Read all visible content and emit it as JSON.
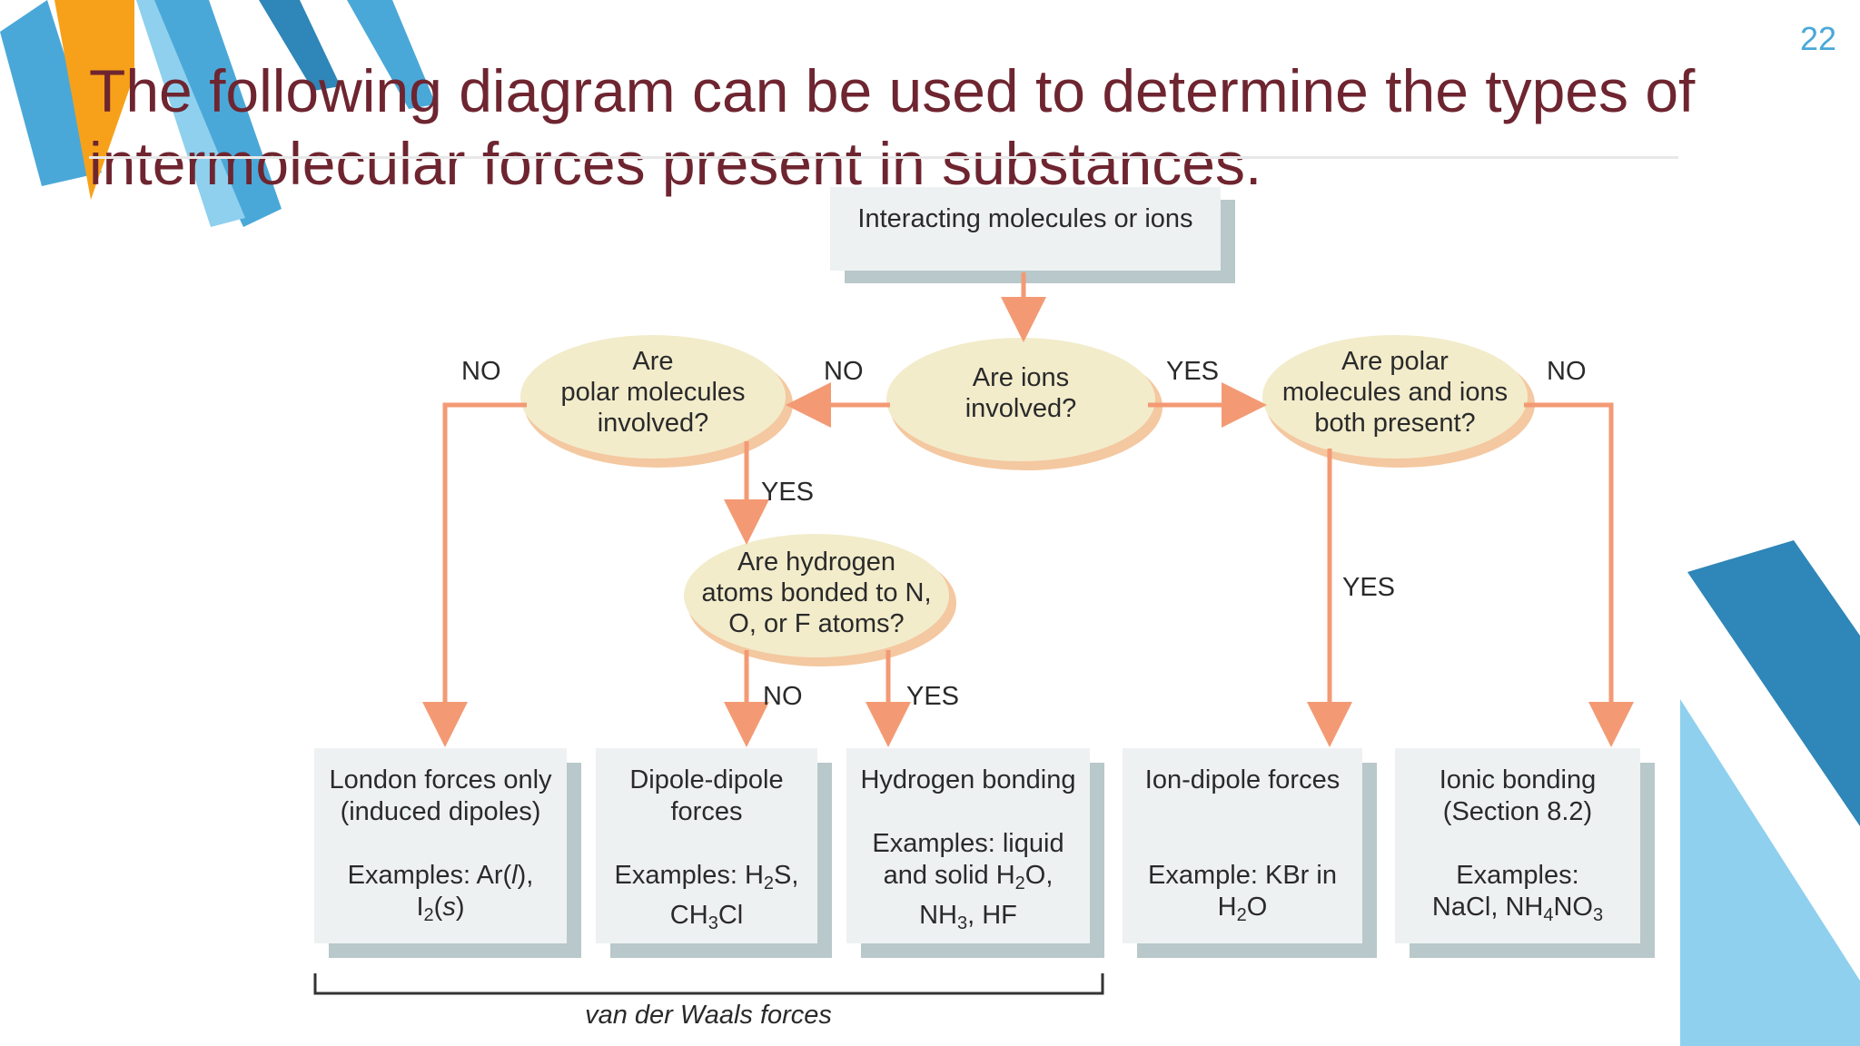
{
  "page_number": "22",
  "title": "The following diagram can be used to determine the types of intermolecular forces present in substances.",
  "flowchart": {
    "start": "Interacting molecules or ions",
    "q_ions": [
      "Are ions",
      "involved?"
    ],
    "q_polar": [
      "Are",
      "polar molecules",
      "involved?"
    ],
    "q_both": [
      "Are polar",
      "molecules and ions",
      "both present?"
    ],
    "q_hydrogen": [
      "Are hydrogen",
      "atoms bonded to N,",
      "O, or F atoms?"
    ],
    "labels": {
      "no": "NO",
      "yes": "YES"
    },
    "results": {
      "london": {
        "name": [
          "London forces only",
          "(induced dipoles)"
        ],
        "example_prefix": "Examples: Ar(",
        "example_l": "l",
        "example_mid": "),",
        "example_i": "I",
        "example_i_sub": "2",
        "example_s": "s"
      },
      "dipole": {
        "name": [
          "Dipole-dipole",
          "forces"
        ],
        "example_prefix": "Examples: H",
        "h2s_sub": "2",
        "h2s_s": "S,",
        "ch3cl_pre": "CH",
        "ch3cl_sub": "3",
        "ch3cl_post": "Cl"
      },
      "hbond": {
        "name": "Hydrogen bonding",
        "example_line1": "Examples: liquid",
        "example_line2_pre": "and solid H",
        "h2o_sub": "2",
        "example_line2_post": "O,",
        "nh3_pre": "NH",
        "nh3_sub": "3",
        "nh3_post": ", HF"
      },
      "iondipole": {
        "name": "Ion-dipole forces",
        "example_line1": "Example: KBr in",
        "h2o_pre": "H",
        "h2o_sub": "2",
        "h2o_post": "O"
      },
      "ionic": {
        "name": [
          "Ionic bonding",
          "(Section 8.2)"
        ],
        "example_line1": "Examples:",
        "ex_pre": "NaCl, NH",
        "ex_sub1": "4",
        "ex_mid": "NO",
        "ex_sub2": "3"
      }
    },
    "group_label": "van der Waals forces"
  },
  "colors": {
    "title": "#6e2530",
    "page_number": "#4aa8d8",
    "arrow": "#f39a74",
    "ellipse": "#f2eccb",
    "box": "#eef1f2",
    "box_shadow": "#b9c8ca",
    "deco_orange": "#f7a11a",
    "deco_blue": "#4aa8d8",
    "deco_dark_blue": "#2f86b8",
    "deco_light_blue": "#8ed0ee"
  }
}
